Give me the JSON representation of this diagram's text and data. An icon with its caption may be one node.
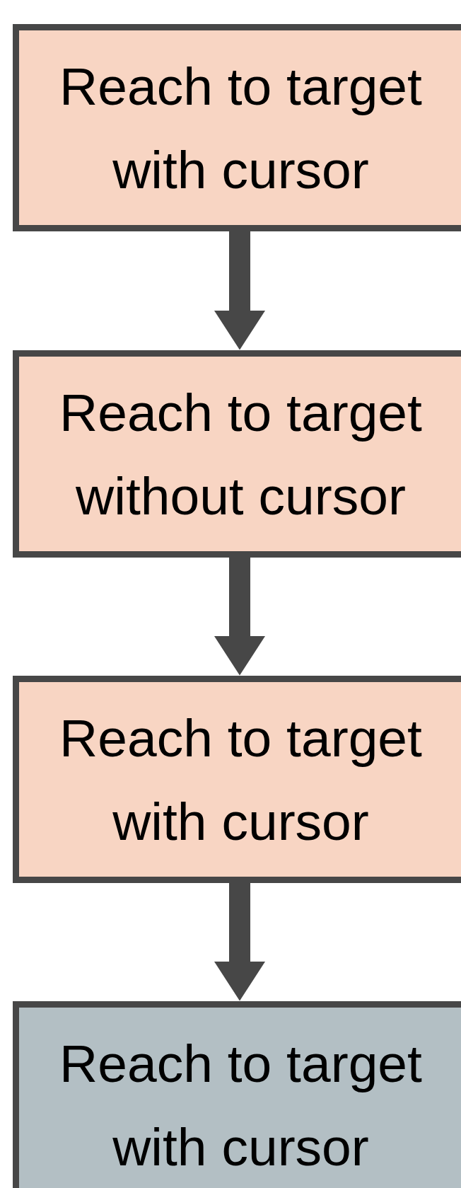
{
  "diagram": {
    "nodes": [
      {
        "text": [
          "Reach to target with cursor"
        ]
      },
      {
        "text": [
          "Reach to target without cursor"
        ]
      },
      {
        "text": [
          "Reach to target with cursor"
        ]
      },
      {
        "text": [
          "Reach to target with cursor"
        ]
      }
    ],
    "edges": [
      {
        "from": 0,
        "to": 1,
        "arrow": "to"
      },
      {
        "from": 1,
        "to": 2,
        "arrow": "to"
      },
      {
        "from": 2,
        "to": 3,
        "arrow": "to"
      }
    ]
  }
}
